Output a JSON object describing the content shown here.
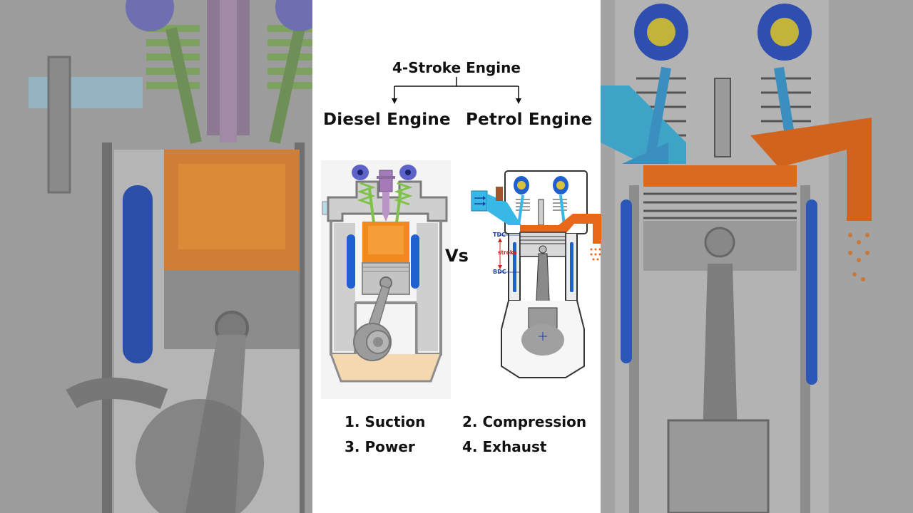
{
  "title": "4-Stroke Engine",
  "left_label": "Diesel Engine",
  "right_label": "Petrol Engine",
  "vs_label": "Vs",
  "strokes": [
    "1. Suction",
    "2. Compression",
    "3. Power",
    "4. Exhaust"
  ],
  "petrol_diagram": {
    "tdc": "TDC",
    "stroke": "stroke",
    "bdc": "BDC"
  },
  "colors": {
    "combustion": "#f08a1c",
    "coolant": "#1f5fd0",
    "intake": "#37b8e6",
    "exhaust": "#e8681a",
    "valve_spring": "#7fc24a",
    "injector": "#a47bb8"
  }
}
